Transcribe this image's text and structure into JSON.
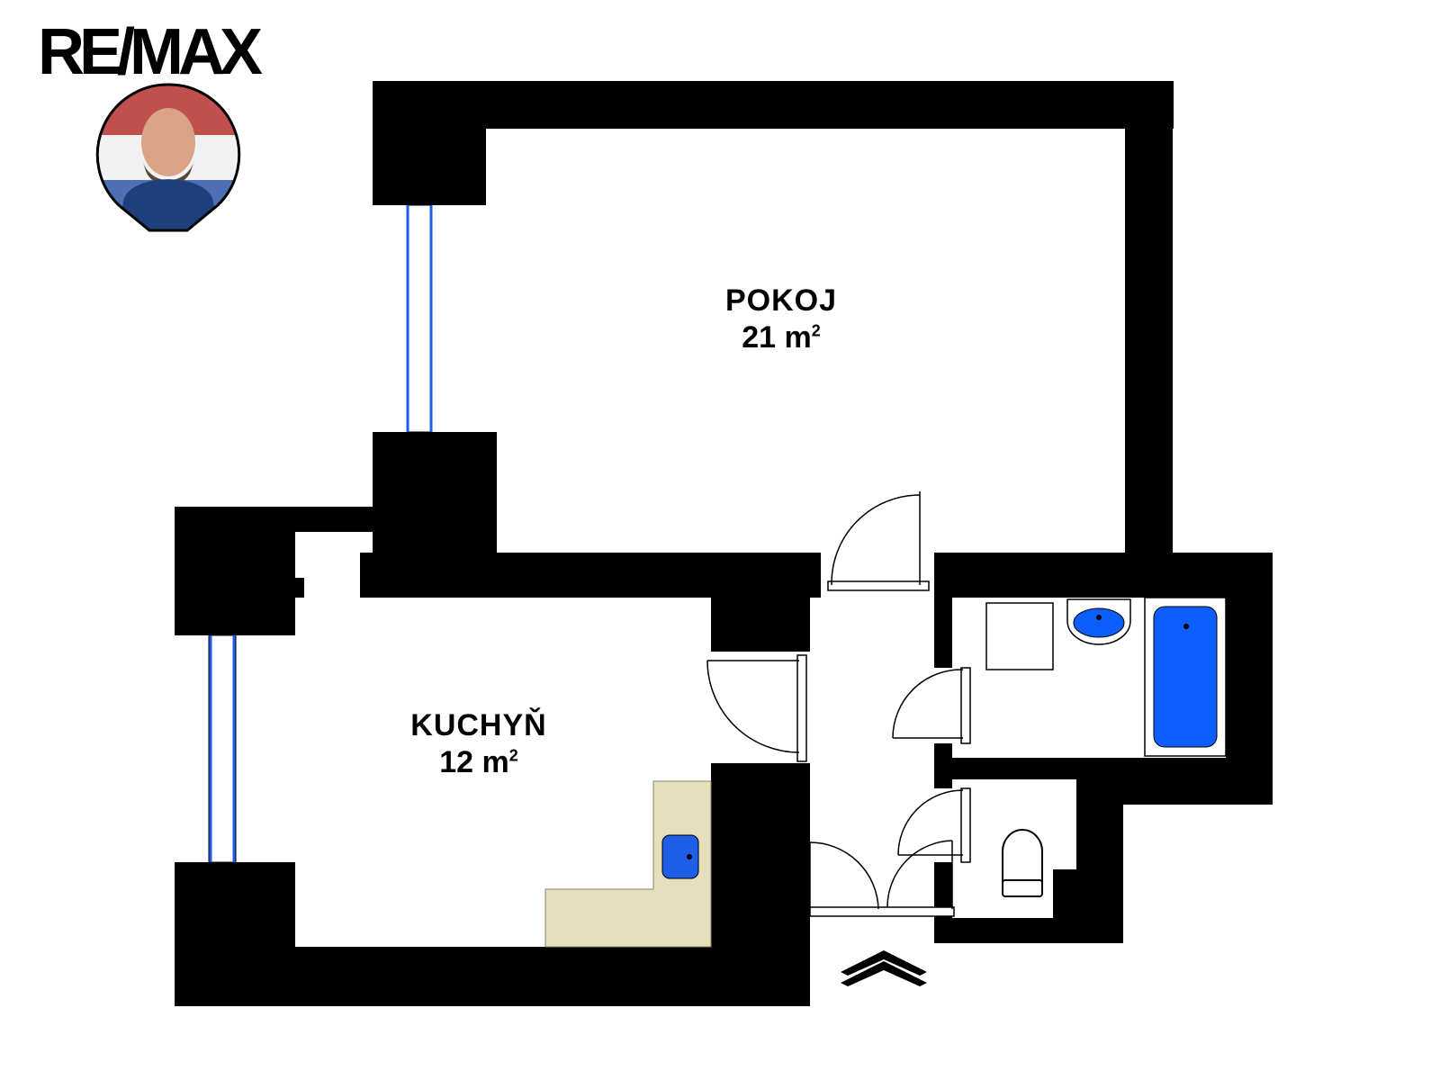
{
  "brand": {
    "logo_text": "RE/MAX"
  },
  "rooms": [
    {
      "name": "POKOJ",
      "area": "21 m",
      "unit_exp": "2"
    },
    {
      "name": "KUCHYŇ",
      "area": "12 m",
      "unit_exp": "2"
    }
  ],
  "colors": {
    "wall": "#000000",
    "window": "#1f5fe8",
    "fixture_blue": "#0d5efc",
    "counter": "#e6dfbd",
    "background": "#ffffff"
  },
  "icons": [
    "agent-photo",
    "entrance-arrow-icon",
    "window-icon",
    "door-icon",
    "bathtub-icon",
    "sink-icon",
    "toilet-icon",
    "kitchen-sink-icon"
  ]
}
